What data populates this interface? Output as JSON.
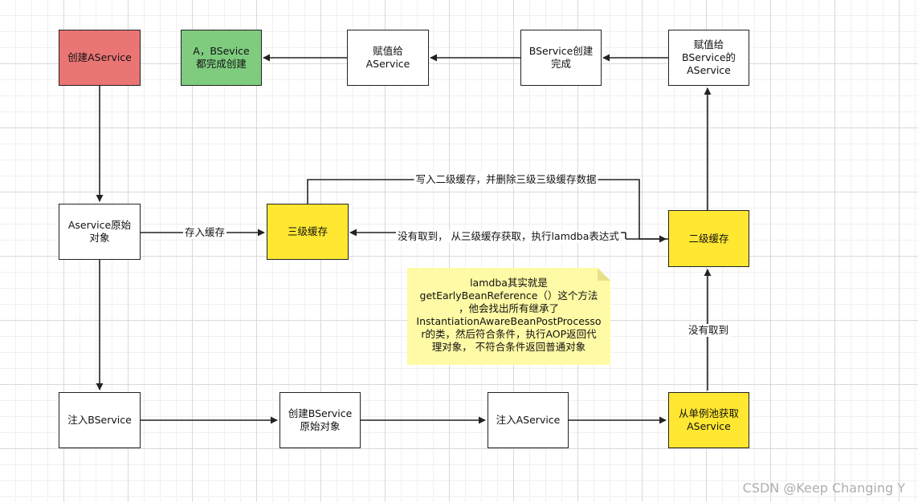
{
  "nodes": {
    "create_aservice": "创建AService",
    "ab_done": "A，BSevice\n都完成创建",
    "assign_aservice": "赋值给\nAService",
    "bservice_done": "BService创建\n完成",
    "assign_bservice_aservice": "赋值给\nBService的\nAService",
    "aservice_raw": "Aservice原始\n对象",
    "level3_cache": "三级缓存",
    "level2_cache": "二级缓存",
    "inject_bservice": "注入BService",
    "create_bservice_raw": "创建BService\n原始对象",
    "inject_aservice": "注入AService",
    "get_from_singleton": "从单例池获取\nAService"
  },
  "edge_labels": {
    "store_cache": "存入缓存",
    "write_level2": "写入二级缓存，并删除三级三级缓存数据",
    "not_found_level3": "没有取到，  从三级缓存获取，执行lamdba表达式",
    "not_found": "没有取到"
  },
  "note": {
    "text": "lamdba其实就是\ngetEarlyBeanReference（）这个方法\n，他会找出所有继承了\nInstantiationAwareBeanPostProcesso\nr的类，然后符合条件，执行AOP返回代\n理对象，  不符合条件返回普通对象"
  },
  "watermark": "CSDN @Keep  Changing Y",
  "colors": {
    "red": "#ea7575",
    "green": "#7fcc7f",
    "yellow": "#ffe732",
    "note": "#fffaa5"
  }
}
